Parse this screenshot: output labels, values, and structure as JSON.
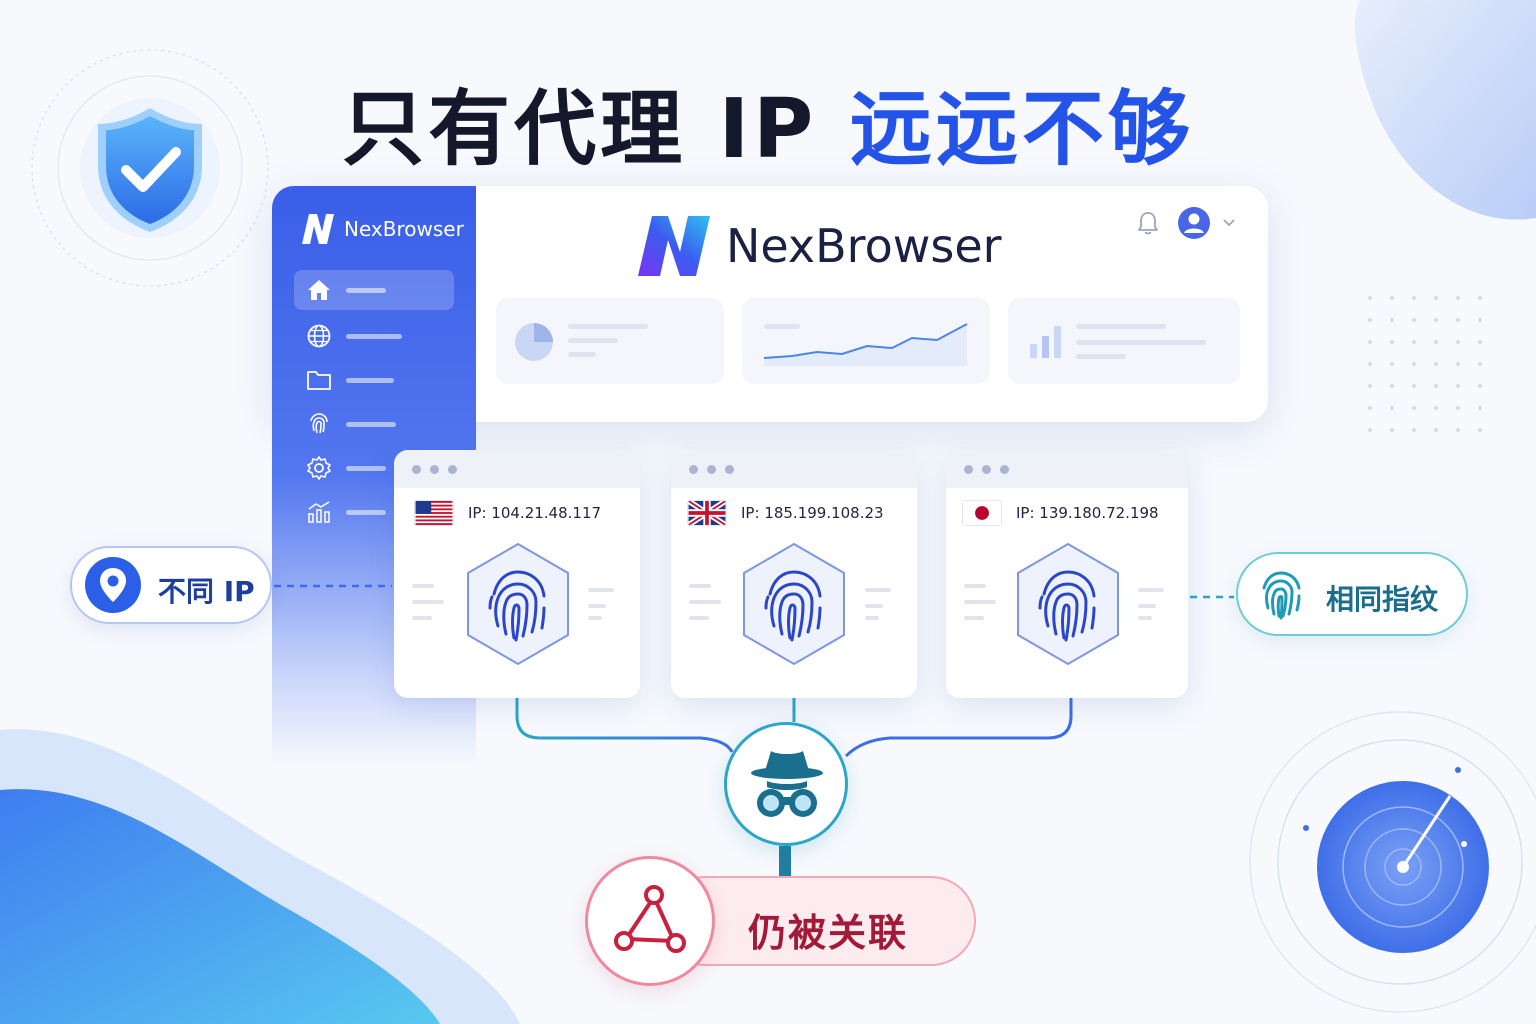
{
  "headline": {
    "part1": "只有代理 IP",
    "part2": "远远不够"
  },
  "brand": {
    "sidebar_name": "NexBrowser",
    "main_name": "NexBrowser"
  },
  "sidebar": {
    "items": [
      {
        "icon": "home-icon",
        "active": true
      },
      {
        "icon": "globe-icon",
        "active": false
      },
      {
        "icon": "folder-icon",
        "active": false
      },
      {
        "icon": "fingerprint-icon",
        "active": false
      },
      {
        "icon": "settings-icon",
        "active": false
      },
      {
        "icon": "chart-icon",
        "active": false
      }
    ]
  },
  "header": {
    "icons": [
      "bell-icon",
      "avatar",
      "chevron-down-icon"
    ]
  },
  "profiles": [
    {
      "flag": "us-flag",
      "ip": "IP: 104.21.48.117"
    },
    {
      "flag": "uk-flag",
      "ip": "IP: 185.199.108.23"
    },
    {
      "flag": "jp-flag",
      "ip": "IP: 139.180.72.198"
    }
  ],
  "labels": {
    "different_ip": "不同 IP",
    "same_fingerprint": "相同指纹",
    "still_linked": "仍被关联"
  },
  "colors": {
    "accent_blue": "#2453e8",
    "teal": "#2aa7c6",
    "alert_red": "#a21a38"
  }
}
